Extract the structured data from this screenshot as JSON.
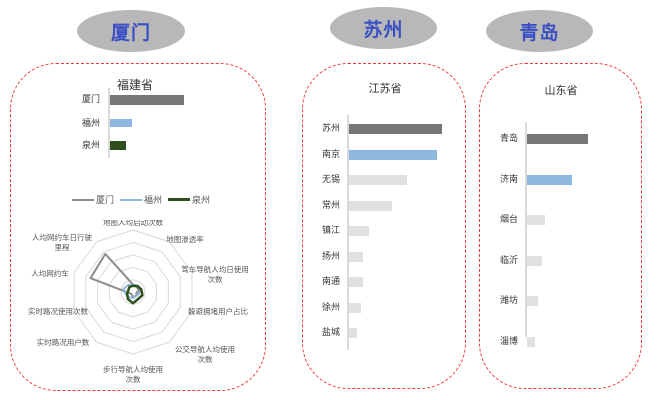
{
  "colors": {
    "pill_bg": "#b8b8b8",
    "pill_text": "#3a4fc4",
    "panel_border": "#ee3b3b",
    "bar_primary": "#767676",
    "bar_secondary": "#8fb8e0",
    "bar_tertiary": "#2f4f1c",
    "bar_other": "#e1e0e0",
    "radar_grid": "#d9d9d9"
  },
  "cities": [
    {
      "name": "厦门"
    },
    {
      "name": "苏州"
    },
    {
      "name": "青岛"
    }
  ],
  "panels": {
    "fujian": {
      "title": "福建省"
    },
    "jiangsu": {
      "title": "江苏省"
    },
    "shandong": {
      "title": "山东省"
    }
  },
  "radar": {
    "legend": [
      "厦门",
      "福州",
      "泉州"
    ]
  },
  "chart_data": [
    {
      "type": "bar",
      "orientation": "horizontal",
      "title": "福建省",
      "categories": [
        "厦门",
        "福州",
        "泉州"
      ],
      "values": [
        100,
        30,
        21
      ],
      "colors": [
        "#767676",
        "#8fb8e0",
        "#2f4f1c"
      ],
      "note": "relative bar lengths, no axis ticks shown"
    },
    {
      "type": "radar",
      "title": "",
      "axes": [
        "地图人均启动次数",
        "地图渗透率",
        "驾车导航人均日使用次数",
        "躲避拥堵用户占比",
        "公交导航人均使用次数",
        "步行导航人均使用次数",
        "实时路况用户数",
        "实时路况使用次数",
        "人均网约车",
        "人均网约车日行驶里程"
      ],
      "rings": 5,
      "legend_position": "top",
      "series": [
        {
          "name": "厦门",
          "color": "#8c8c8c",
          "values": [
            0.6,
            0.5,
            0.5,
            0.3,
            0.4,
            0.4,
            0.2,
            0.3,
            3.6,
            3.8
          ]
        },
        {
          "name": "福州",
          "color": "#8fb8e0",
          "values": [
            0.6,
            0.6,
            0.7,
            0.5,
            0.4,
            0.5,
            0.5,
            0.6,
            0.8,
            0.7
          ]
        },
        {
          "name": "泉州",
          "color": "#2f4f1c",
          "values": [
            0.5,
            0.6,
            0.7,
            0.8,
            0.7,
            0.9,
            0.7,
            0.5,
            0.4,
            0.5
          ]
        }
      ]
    },
    {
      "type": "bar",
      "orientation": "horizontal",
      "title": "江苏省",
      "categories": [
        "苏州",
        "南京",
        "无锡",
        "常州",
        "镇江",
        "扬州",
        "南通",
        "徐州",
        "盐城"
      ],
      "values": [
        100,
        95,
        62,
        46,
        21,
        15,
        15,
        13,
        9
      ],
      "colors": [
        "#767676",
        "#8fb8e0",
        "#e1e0e0",
        "#e1e0e0",
        "#e1e0e0",
        "#e1e0e0",
        "#e1e0e0",
        "#e1e0e0",
        "#e1e0e0"
      ]
    },
    {
      "type": "bar",
      "orientation": "horizontal",
      "title": "山东省",
      "categories": [
        "青岛",
        "济南",
        "烟台",
        "临沂",
        "潍坊",
        "淄博"
      ],
      "values": [
        100,
        73,
        30,
        25,
        18,
        13
      ],
      "colors": [
        "#767676",
        "#8fb8e0",
        "#e1e0e0",
        "#e1e0e0",
        "#e1e0e0",
        "#e1e0e0"
      ]
    }
  ]
}
